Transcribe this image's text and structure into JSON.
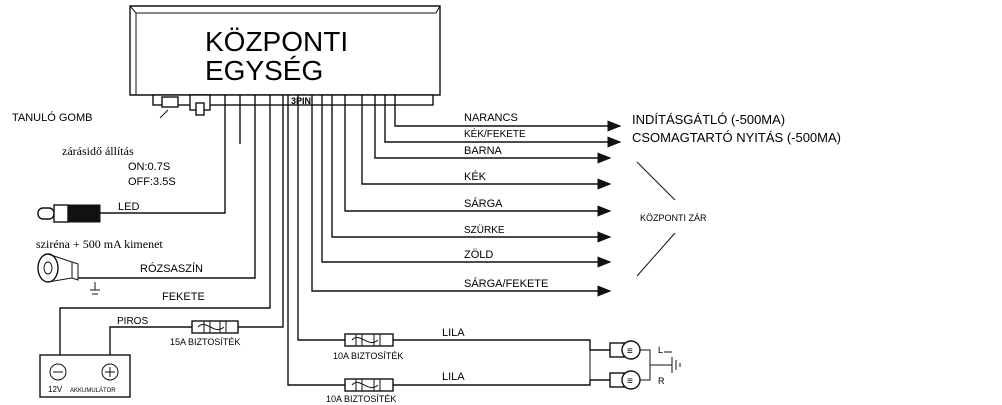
{
  "unit": {
    "title_line1": "KÖZPONTI",
    "title_line2": "EGYSÉG",
    "connector_label": "3PIN"
  },
  "left_side": {
    "learn_button": "TANULÓ GOMB",
    "lock_time_title": "zárásidő állítás",
    "lock_time_on": "ON:0.7S",
    "lock_time_off": "OFF:3.5S",
    "led_label": "LED",
    "siren_title": "sziréna + 500 mA kimenet",
    "siren_wire": "RÓZSASZÍN",
    "black_wire": "FEKETE",
    "red_wire": "PIROS",
    "fuse_15a": "15A BIZTOSÍTÉK",
    "battery_voltage": "12V",
    "battery_label": "AKKUMULÁTOR"
  },
  "right_side": {
    "wires": [
      "NARANCS",
      "KÉK/FEKETE",
      "BARNA",
      "KÉK",
      "SÁRGA",
      "SZÜRKE",
      "ZÖLD",
      "SÁRGA/FEKETE"
    ],
    "immobilizer": "INDÍTÁSGÁTLÓ (-500MA)",
    "trunk_release": "CSOMAGTARTÓ NYITÁS (-500MA)",
    "central_lock": "KÖZPONTI ZÁR"
  },
  "bottom": {
    "purple_wire_1": "LILA",
    "purple_wire_2": "LILA",
    "fuse_10a_1": "10A BIZTOSÍTÉK",
    "fuse_10a_2": "10A BIZTOSÍTÉK",
    "left_indicator": "L",
    "right_indicator": "R"
  },
  "icons": [
    "led-icon",
    "siren-icon",
    "fuse-icon",
    "battery-icon",
    "lamp-icon",
    "ground-icon",
    "arrow-icon"
  ]
}
